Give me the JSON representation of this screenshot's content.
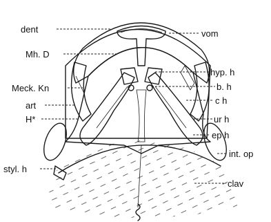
{
  "figure": {
    "labels": {
      "dent": "dent",
      "vom": "vom",
      "mhd": "Mh. D",
      "hyph": "hyp. h",
      "meckkn": "Meck. Kn",
      "bh": "b. h",
      "art": "art",
      "ch": "c h",
      "hstar": "H*",
      "urh": "ur h",
      "eph": "ep h",
      "intop": "int. op",
      "stylh": "styl. h",
      "clav": "clav"
    }
  }
}
